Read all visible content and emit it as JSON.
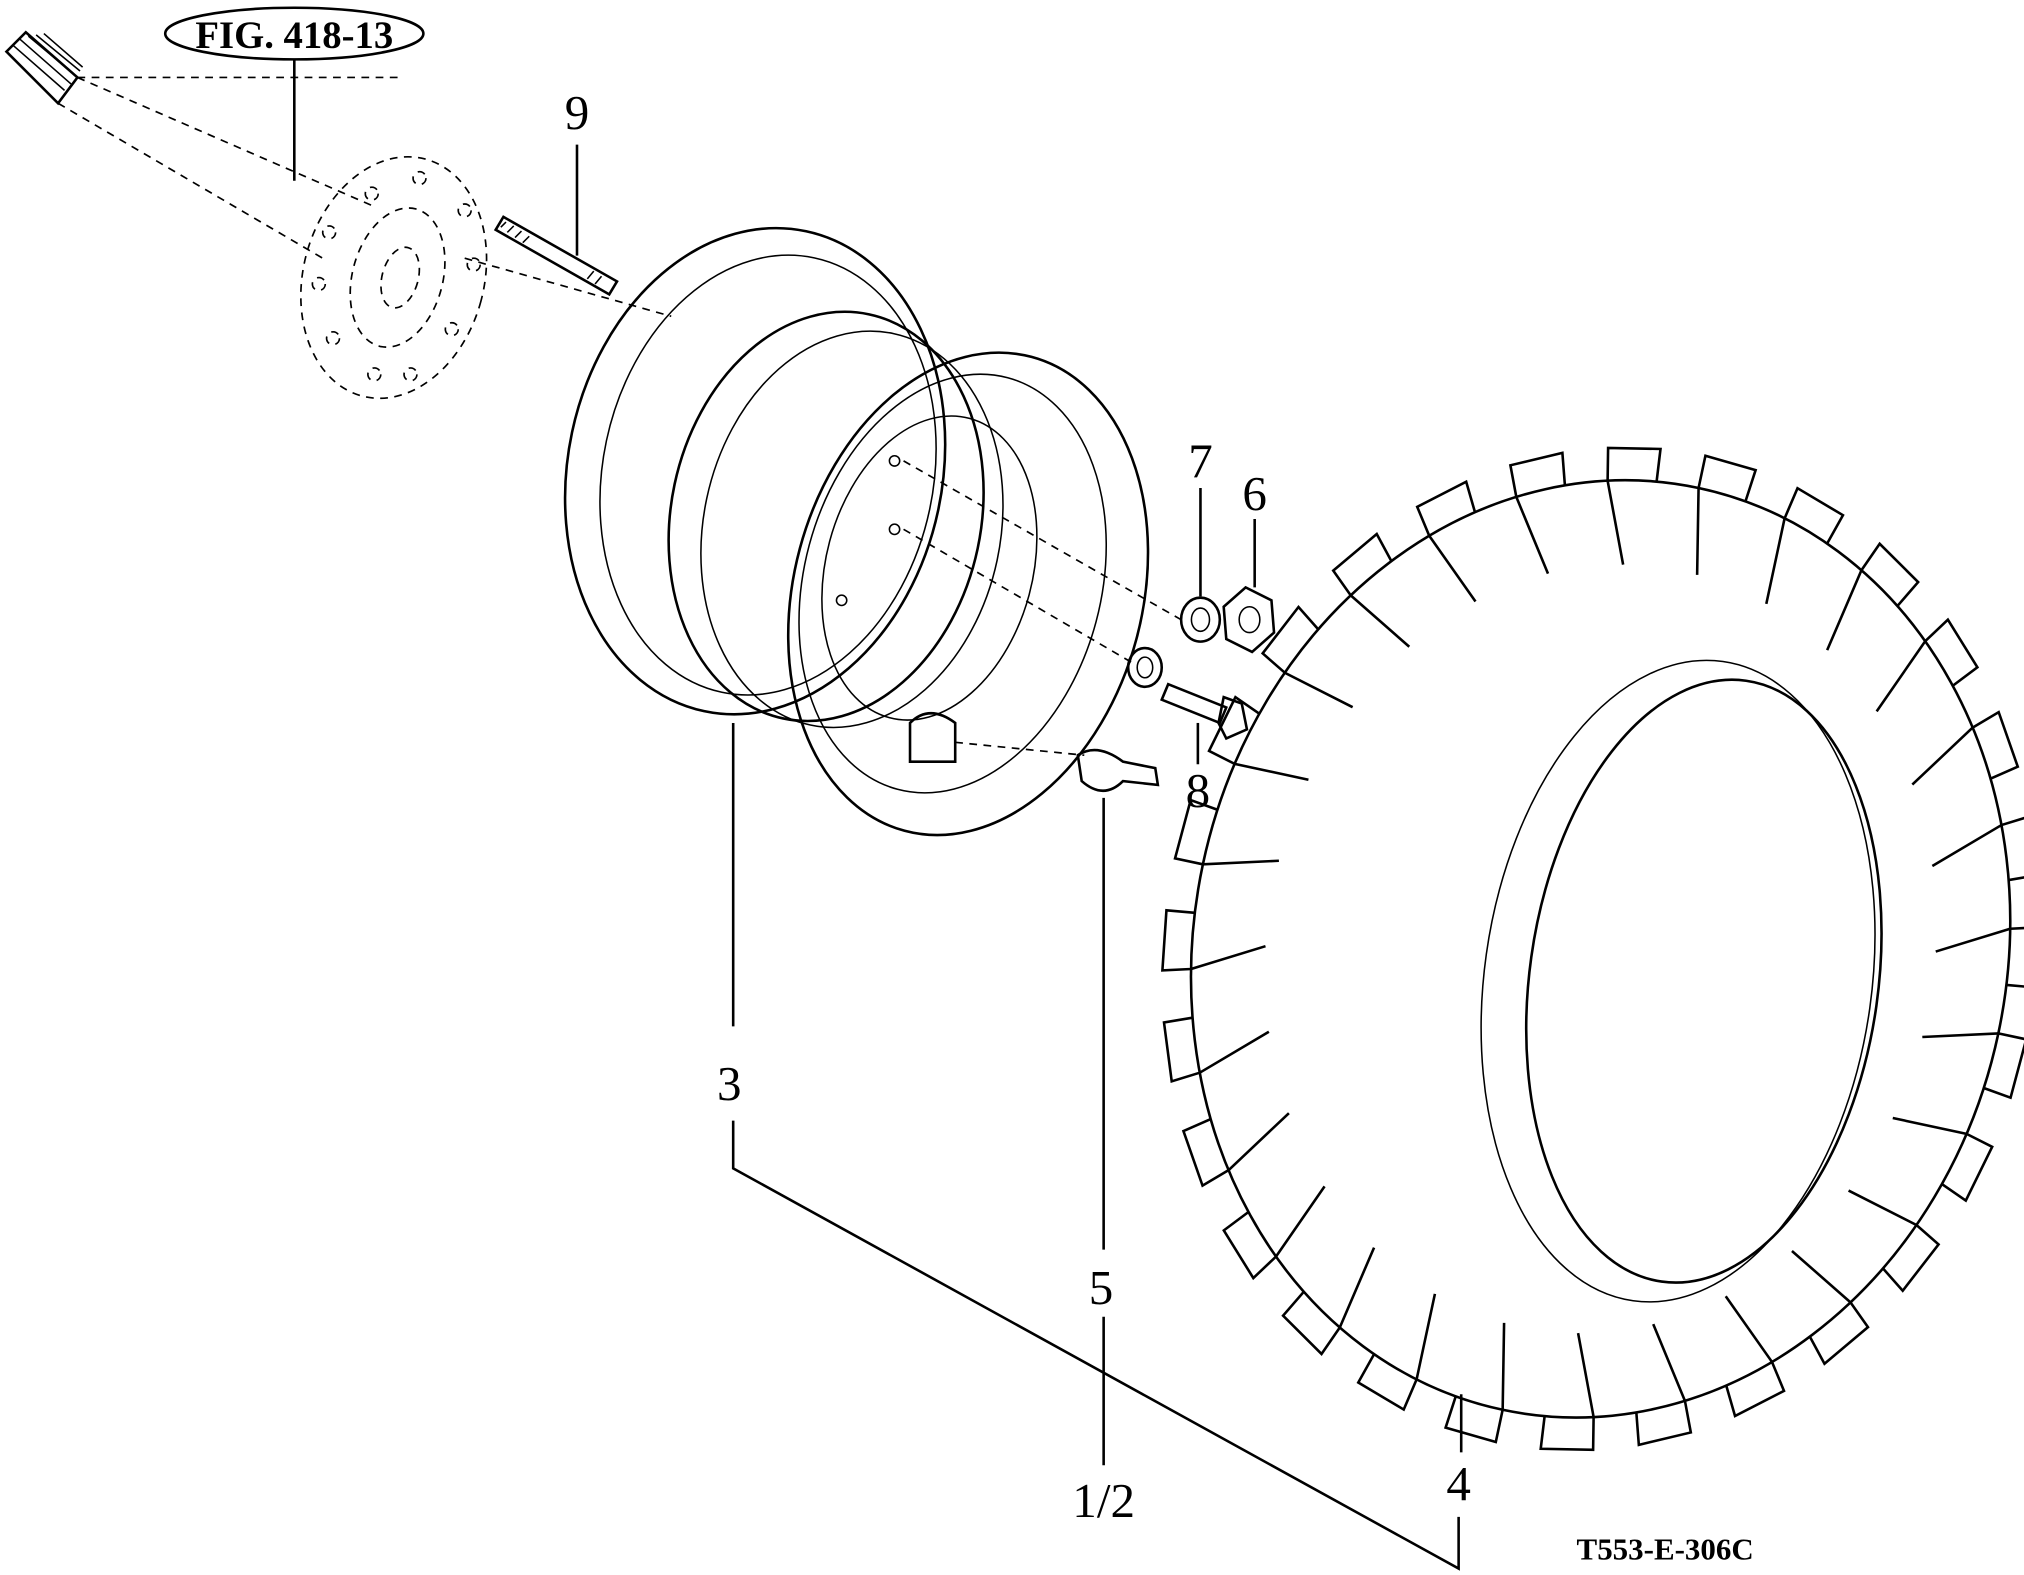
{
  "figure_reference": "FIG. 418-13",
  "drawing_code": "T553-E-306C",
  "callouts": {
    "stud": "9",
    "washer": "7",
    "nut": "6",
    "bolt": "8",
    "rim": "3",
    "valve": "5",
    "assembly": "1/2",
    "tire": "4"
  }
}
